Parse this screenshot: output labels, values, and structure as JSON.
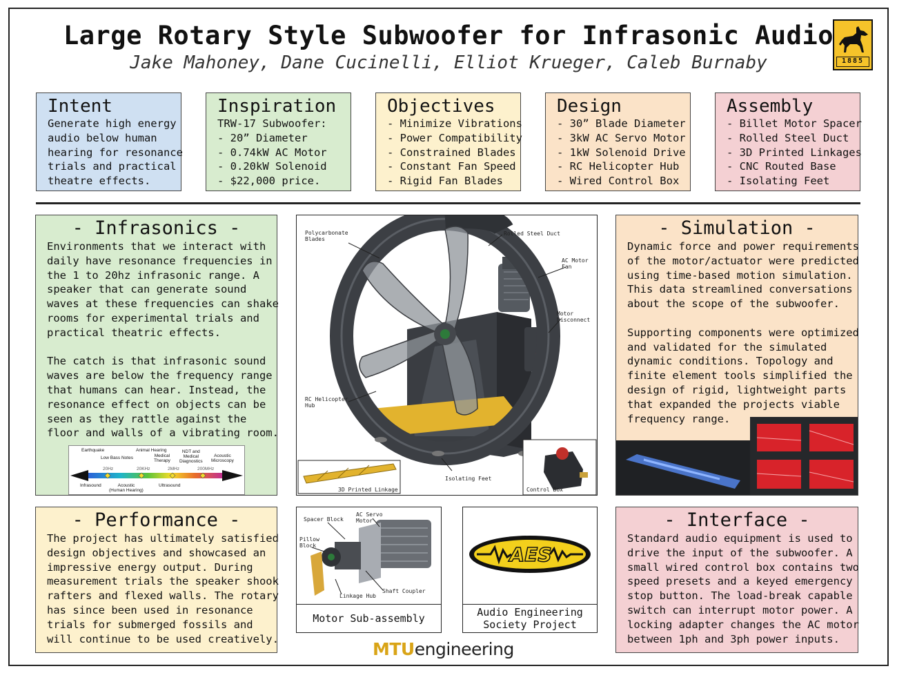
{
  "header": {
    "title": "Large Rotary Style Subwoofer for Infrasonic Audio",
    "authors": "Jake Mahoney, Dane Cucinelli, Elliot Krueger, Caleb Burnaby",
    "logo_year": "1885"
  },
  "top_boxes": [
    {
      "title": "Intent",
      "lines": [
        "Generate high energy",
        "audio below human",
        "hearing for resonance",
        "trials and practical",
        "theatre effects."
      ]
    },
    {
      "title": "Inspiration",
      "lines": [
        "TRW-17 Subwoofer:",
        "- 20” Diameter",
        "- 0.74kW AC Motor",
        "- 0.20kW Solenoid",
        "- $22,000 price."
      ]
    },
    {
      "title": "Objectives",
      "lines": [
        "- Minimize Vibrations",
        "- Power Compatibility",
        "- Constrained Blades",
        "- Constant Fan Speed",
        "- Rigid Fan Blades"
      ]
    },
    {
      "title": "Design",
      "lines": [
        "- 30” Blade Diameter",
        "- 3kW AC Servo Motor",
        "- 1kW Solenoid Drive",
        "- RC Helicopter Hub",
        "- Wired Control Box"
      ]
    },
    {
      "title": "Assembly",
      "lines": [
        "- Billet Motor Spacer",
        "- Rolled Steel Duct",
        "- 3D Printed Linkages",
        "- CNC Routed Base",
        "- Isolating Feet"
      ]
    }
  ],
  "infrasonics": {
    "title": "- Infrasonics -",
    "lines": [
      "Environments that we interact with",
      "daily have resonance frequencies in",
      "the 1 to 20hz infrasonic range. A",
      "speaker that can generate sound",
      "waves at these frequencies can shake",
      "rooms for experimental trials and",
      "practical theatric effects.",
      "",
      "The catch is that infrasonic sound",
      "waves are below the frequency range",
      "that humans can hear. Instead, the",
      "resonance effect on objects can be",
      "seen as they rattle against the",
      "floor and walls of a vibrating room."
    ]
  },
  "spectrum": {
    "top_labels": [
      "Earthquake",
      "Low Bass Notes",
      "Animal Hearing",
      "Medical\nTherapy",
      "NDT and\nMedical\nDiagnostics",
      "Acoustic\nMicroscopy"
    ],
    "freqs": [
      "20Hz",
      "20KHz",
      "2MHz",
      "200MHz"
    ],
    "bottom_labels": [
      "Infrasound",
      "Acoustic\n(Human Hearing)",
      "Ultrasound"
    ]
  },
  "render_labels": {
    "blades": "Polycarbonate\nBlades",
    "duct": "Rolled Steel Duct",
    "fan": "AC Motor\nFan",
    "disconnect": "Motor\nDisconnect",
    "hub": "RC Helicopter\nHub",
    "feet": "Isolating Feet",
    "linkage": "3D Printed Linkage",
    "control": "Control Box"
  },
  "simulation": {
    "title": "- Simulation -",
    "lines": [
      "Dynamic force and power requirements",
      "of the motor/actuator were predicted",
      "using time-based motion simulation.",
      "This data streamlined conversations",
      "about the scope of the subwoofer.",
      "",
      "Supporting components were optimized",
      "and validated for the simulated",
      "dynamic conditions. Topology and",
      "finite element tools simplified the",
      "design of rigid, lightweight parts",
      "that expanded the projects viable",
      "frequency range."
    ]
  },
  "performance": {
    "title": "- Performance -",
    "lines": [
      "The project has ultimately satisfied",
      "design objectives and showcased an",
      "impressive energy output. During",
      "measurement trials the speaker shook",
      "rafters and flexed walls. The rotary",
      "has since been used in resonance",
      "trials for submerged fossils and",
      "will continue to be used creatively."
    ]
  },
  "motor": {
    "caption": "Motor Sub-assembly",
    "spacer": "Spacer Block",
    "servo": "AC Servo\nMotor",
    "pillow": "Pillow\nBlock",
    "linkage_hub": "Linkage Hub",
    "coupler": "Shaft Coupler"
  },
  "aes": {
    "logo_text": "AES",
    "caption": "Audio Engineering\nSociety Project"
  },
  "interface": {
    "title": "- Interface -",
    "lines": [
      "Standard audio equipment is used to",
      "drive the input of the subwoofer. A",
      "small wired control box contains two",
      "speed presets and a keyed emergency",
      "stop button. The load-break capable",
      "switch can interrupt motor power. A",
      "locking adapter changes the AC motor",
      "between 1ph and 3ph power inputs."
    ]
  },
  "footer": {
    "mtu": "MTU",
    "engineering": "engineering"
  },
  "colors": {
    "blue": "#cfe0f2",
    "green": "#d8eccf",
    "yellow": "#fdf1cd",
    "peach": "#fbe3c8",
    "pink": "#f4d0d3",
    "gold": "#f6c32a"
  }
}
